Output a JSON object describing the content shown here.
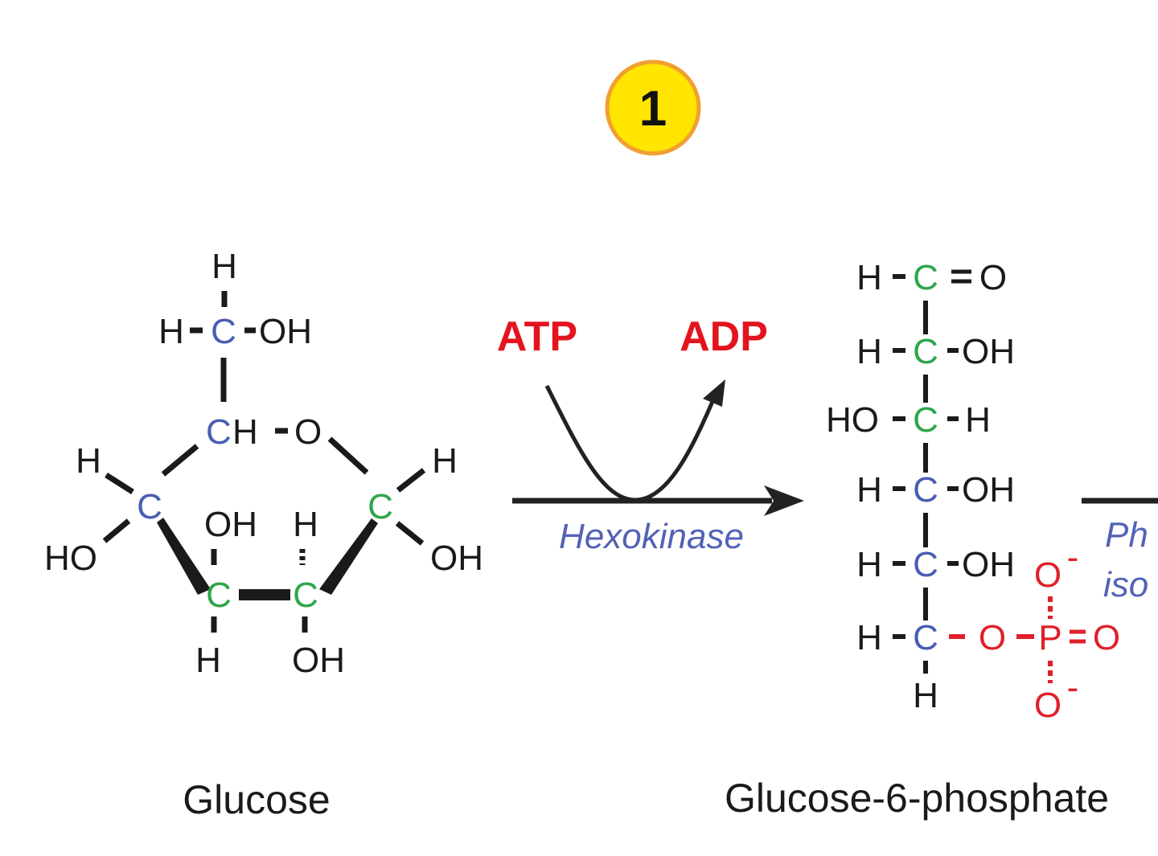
{
  "step": {
    "number": "1",
    "badge_fill": "#FFE500",
    "badge_stroke": "#F0A030"
  },
  "colors": {
    "text": "#1a1a1a",
    "carbon_blue": "#4A5DB3",
    "carbon_green": "#2FA64A",
    "phosphate_red": "#E0202A",
    "cofactor_red": "#E3141E",
    "enzyme_blue": "#5362B6"
  },
  "reaction": {
    "atp": "ATP",
    "adp": "ADP",
    "enzyme": "Hexokinase",
    "next_enzyme_line1": "Ph",
    "next_enzyme_line2": "iso"
  },
  "glucose": {
    "name": "Glucose",
    "atoms": {
      "top_h": "H",
      "c6_h": "H",
      "c6": "C",
      "c6_oh": "OH",
      "c5": "C",
      "c5_h": "H",
      "ring_o": "O",
      "c4_h": "H",
      "c4": "C",
      "c4_ho": "HO",
      "c1": "C",
      "c1_h": "H",
      "c1_oh": "OH",
      "c3_oh": "OH",
      "c3": "C",
      "c3_h": "H",
      "c2_h": "H",
      "c2": "C",
      "c2_oh": "OH"
    }
  },
  "g6p": {
    "name": "Glucose-6-phosphate",
    "rows": [
      {
        "left": "H",
        "carbon": "C",
        "right": "O",
        "carbon_color": "green",
        "double": true
      },
      {
        "left": "H",
        "carbon": "C",
        "right": "OH",
        "carbon_color": "green"
      },
      {
        "left": "HO",
        "carbon": "C",
        "right": "H",
        "carbon_color": "green"
      },
      {
        "left": "H",
        "carbon": "C",
        "right": "OH",
        "carbon_color": "blue"
      },
      {
        "left": "H",
        "carbon": "C",
        "right": "OH",
        "carbon_color": "blue"
      },
      {
        "left": "H",
        "carbon": "C",
        "right": "",
        "carbon_color": "blue"
      }
    ],
    "bottom_h": "H",
    "phosphate": {
      "o_bridge": "O",
      "p": "P",
      "o_double": "O",
      "o_top": "O",
      "o_bottom": "O",
      "minus": "-"
    }
  }
}
